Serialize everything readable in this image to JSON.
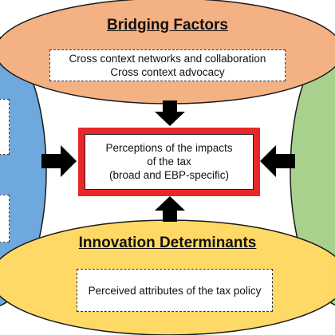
{
  "colors": {
    "top_ellipse": "#f4b183",
    "bottom_ellipse": "#ffd966",
    "left_ellipse": "#6fa8dc",
    "right_ellipse": "#a9d18e",
    "center_fill": "#e8272a",
    "arrow": "#000000"
  },
  "bridging": {
    "title": "Bridging Factors",
    "items": [
      "Cross context networks and collaboration",
      "Cross context advocacy"
    ]
  },
  "innovation": {
    "title": "Innovation Determinants",
    "items": [
      "Perceived attributes of the tax policy"
    ]
  },
  "center": {
    "lines": [
      "Perceptions of the impacts",
      "of the tax",
      "(broad and EBP-specific)"
    ]
  }
}
